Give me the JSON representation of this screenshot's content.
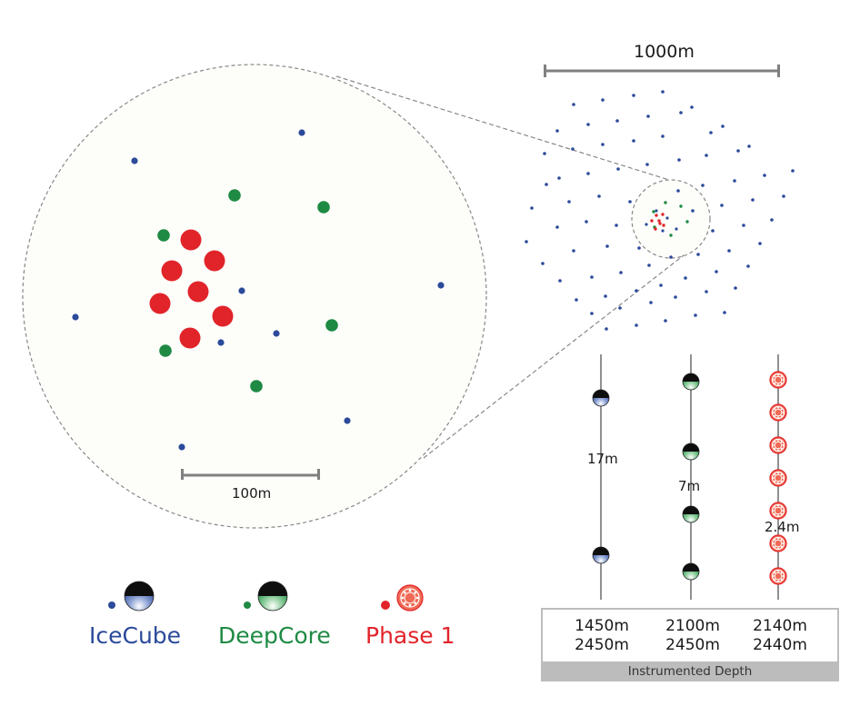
{
  "scale": {
    "array_width": "1000m",
    "zoom_width": "100m"
  },
  "strings": {
    "icecube_spacing": "17m",
    "deepcore_spacing": "7m",
    "phase1_spacing": "2.4m"
  },
  "depths": [
    {
      "top": "1450m",
      "bottom": "2450m"
    },
    {
      "top": "2100m",
      "bottom": "2450m"
    },
    {
      "top": "2140m",
      "bottom": "2440m"
    }
  ],
  "depth_caption": "Instrumented Depth",
  "legend": [
    {
      "label": "IceCube",
      "color": "#2b4a9a"
    },
    {
      "label": "DeepCore",
      "color": "#1e8a43"
    },
    {
      "label": "Phase 1",
      "color": "#e1242a"
    }
  ],
  "colors": {
    "icecube": "#2b4a9a",
    "deepcore": "#1e8a43",
    "phase1": "#e1242a",
    "scale_bar": "#808080",
    "dashed": "#808080"
  }
}
